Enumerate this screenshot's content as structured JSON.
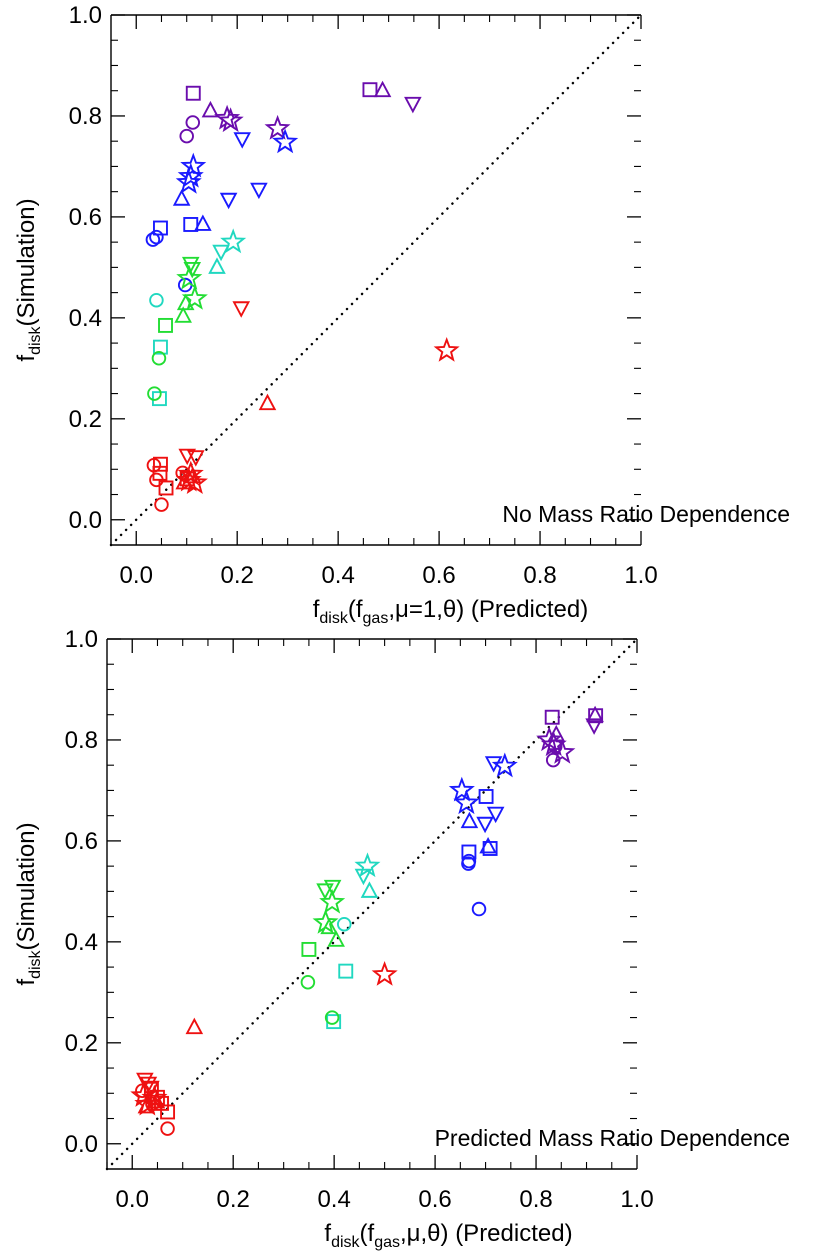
{
  "chart_data": [
    {
      "type": "scatter",
      "xlim": [
        -0.05,
        1.0
      ],
      "ylim": [
        -0.05,
        1.0
      ],
      "xticks": [
        "0.0",
        "0.2",
        "0.4",
        "0.6",
        "0.8",
        "1.0"
      ],
      "yticks": [
        "0.0",
        "0.2",
        "0.4",
        "0.6",
        "0.8",
        "1.0"
      ],
      "xlabel": {
        "main": "f",
        "sub1": "disk",
        "mid": "(f",
        "sub2": "gas",
        "tail": ",μ=1,θ) (Predicted)"
      },
      "ylabel": {
        "main": "f",
        "sub": "disk",
        "tail": "(Simulation)"
      },
      "annotation": "No Mass Ratio Dependence",
      "reference_line": "y = x (dotted)",
      "points": [
        {
          "m": "square",
          "c": "#6a0dad",
          "x": 0.113,
          "y": 0.845
        },
        {
          "m": "circle",
          "c": "#6a0dad",
          "x": 0.112,
          "y": 0.787
        },
        {
          "m": "circle",
          "c": "#6a0dad",
          "x": 0.1,
          "y": 0.76
        },
        {
          "m": "tri-up",
          "c": "#6a0dad",
          "x": 0.147,
          "y": 0.81
        },
        {
          "m": "star",
          "c": "#6a0dad",
          "x": 0.18,
          "y": 0.795
        },
        {
          "m": "star",
          "c": "#6a0dad",
          "x": 0.187,
          "y": 0.79
        },
        {
          "m": "star",
          "c": "#6a0dad",
          "x": 0.28,
          "y": 0.775
        },
        {
          "m": "square",
          "c": "#6a0dad",
          "x": 0.463,
          "y": 0.852
        },
        {
          "m": "tri-up",
          "c": "#6a0dad",
          "x": 0.488,
          "y": 0.85
        },
        {
          "m": "tri-down",
          "c": "#6a0dad",
          "x": 0.548,
          "y": 0.825
        },
        {
          "m": "tri-down",
          "c": "#1a1aff",
          "x": 0.21,
          "y": 0.755
        },
        {
          "m": "star",
          "c": "#1a1aff",
          "x": 0.295,
          "y": 0.748
        },
        {
          "m": "star",
          "c": "#1a1aff",
          "x": 0.113,
          "y": 0.7
        },
        {
          "m": "star",
          "c": "#1a1aff",
          "x": 0.108,
          "y": 0.68
        },
        {
          "m": "star",
          "c": "#1a1aff",
          "x": 0.104,
          "y": 0.668
        },
        {
          "m": "tri-up",
          "c": "#1a1aff",
          "x": 0.09,
          "y": 0.635
        },
        {
          "m": "tri-down",
          "c": "#1a1aff",
          "x": 0.183,
          "y": 0.635
        },
        {
          "m": "tri-down",
          "c": "#1a1aff",
          "x": 0.243,
          "y": 0.655
        },
        {
          "m": "square",
          "c": "#1a1aff",
          "x": 0.108,
          "y": 0.585
        },
        {
          "m": "tri-up",
          "c": "#1a1aff",
          "x": 0.132,
          "y": 0.585
        },
        {
          "m": "square",
          "c": "#1a1aff",
          "x": 0.048,
          "y": 0.578
        },
        {
          "m": "circle",
          "c": "#1a1aff",
          "x": 0.033,
          "y": 0.555
        },
        {
          "m": "circle",
          "c": "#1a1aff",
          "x": 0.04,
          "y": 0.56
        },
        {
          "m": "circle",
          "c": "#1a1aff",
          "x": 0.097,
          "y": 0.465
        },
        {
          "m": "star",
          "c": "#20d8c0",
          "x": 0.192,
          "y": 0.55
        },
        {
          "m": "tri-down",
          "c": "#20d8c0",
          "x": 0.168,
          "y": 0.532
        },
        {
          "m": "tri-up",
          "c": "#20d8c0",
          "x": 0.16,
          "y": 0.5
        },
        {
          "m": "circle",
          "c": "#20d8c0",
          "x": 0.04,
          "y": 0.435
        },
        {
          "m": "square",
          "c": "#20d8c0",
          "x": 0.048,
          "y": 0.342
        },
        {
          "m": "square",
          "c": "#20d8c0",
          "x": 0.046,
          "y": 0.24
        },
        {
          "m": "tri-down",
          "c": "#22dd33",
          "x": 0.108,
          "y": 0.508
        },
        {
          "m": "tri-down",
          "c": "#22dd33",
          "x": 0.111,
          "y": 0.498
        },
        {
          "m": "star",
          "c": "#22dd33",
          "x": 0.105,
          "y": 0.478
        },
        {
          "m": "star",
          "c": "#22dd33",
          "x": 0.116,
          "y": 0.438
        },
        {
          "m": "tri-up",
          "c": "#22dd33",
          "x": 0.098,
          "y": 0.428
        },
        {
          "m": "tri-up",
          "c": "#22dd33",
          "x": 0.093,
          "y": 0.403
        },
        {
          "m": "square",
          "c": "#22dd33",
          "x": 0.058,
          "y": 0.385
        },
        {
          "m": "circle",
          "c": "#22dd33",
          "x": 0.045,
          "y": 0.32
        },
        {
          "m": "circle",
          "c": "#22dd33",
          "x": 0.036,
          "y": 0.25
        },
        {
          "m": "tri-down",
          "c": "#ee1111",
          "x": 0.208,
          "y": 0.42
        },
        {
          "m": "star",
          "c": "#ee1111",
          "x": 0.615,
          "y": 0.335
        },
        {
          "m": "tri-up",
          "c": "#ee1111",
          "x": 0.26,
          "y": 0.23
        },
        {
          "m": "tri-down",
          "c": "#ee1111",
          "x": 0.101,
          "y": 0.128
        },
        {
          "m": "tri-down",
          "c": "#ee1111",
          "x": 0.118,
          "y": 0.125
        },
        {
          "m": "square",
          "c": "#ee1111",
          "x": 0.048,
          "y": 0.11
        },
        {
          "m": "circle",
          "c": "#ee1111",
          "x": 0.035,
          "y": 0.108
        },
        {
          "m": "square",
          "c": "#ee1111",
          "x": 0.047,
          "y": 0.092
        },
        {
          "m": "square",
          "c": "#ee1111",
          "x": 0.059,
          "y": 0.063
        },
        {
          "m": "circle",
          "c": "#ee1111",
          "x": 0.04,
          "y": 0.079
        },
        {
          "m": "circle",
          "c": "#ee1111",
          "x": 0.05,
          "y": 0.03
        },
        {
          "m": "circle",
          "c": "#ee1111",
          "x": 0.092,
          "y": 0.093
        },
        {
          "m": "star",
          "c": "#ee1111",
          "x": 0.108,
          "y": 0.09
        },
        {
          "m": "star",
          "c": "#ee1111",
          "x": 0.104,
          "y": 0.078
        },
        {
          "m": "star",
          "c": "#ee1111",
          "x": 0.116,
          "y": 0.073
        },
        {
          "m": "tri-up",
          "c": "#ee1111",
          "x": 0.095,
          "y": 0.073
        },
        {
          "m": "tri-up",
          "c": "#ee1111",
          "x": 0.112,
          "y": 0.085
        },
        {
          "m": "square",
          "c": "#ee1111",
          "x": 0.101,
          "y": 0.081
        }
      ]
    },
    {
      "type": "scatter",
      "xlim": [
        -0.05,
        1.0
      ],
      "ylim": [
        -0.05,
        1.0
      ],
      "xticks": [
        "0.0",
        "0.2",
        "0.4",
        "0.6",
        "0.8",
        "1.0"
      ],
      "yticks": [
        "0.0",
        "0.2",
        "0.4",
        "0.6",
        "0.8",
        "1.0"
      ],
      "xlabel": {
        "main": "f",
        "sub1": "disk",
        "mid": "(f",
        "sub2": "gas",
        "tail": ",μ,θ) (Predicted)"
      },
      "ylabel": {
        "main": "f",
        "sub": "disk",
        "tail": "(Simulation)"
      },
      "annotation": "Predicted Mass Ratio Dependence",
      "reference_line": "y = x (dotted)",
      "points": [
        {
          "m": "square",
          "c": "#6a0dad",
          "x": 0.832,
          "y": 0.845
        },
        {
          "m": "square",
          "c": "#6a0dad",
          "x": 0.918,
          "y": 0.848
        },
        {
          "m": "tri-up",
          "c": "#6a0dad",
          "x": 0.917,
          "y": 0.848
        },
        {
          "m": "tri-down",
          "c": "#6a0dad",
          "x": 0.915,
          "y": 0.83
        },
        {
          "m": "star",
          "c": "#6a0dad",
          "x": 0.826,
          "y": 0.8
        },
        {
          "m": "star",
          "c": "#6a0dad",
          "x": 0.835,
          "y": 0.79
        },
        {
          "m": "star",
          "c": "#6a0dad",
          "x": 0.852,
          "y": 0.775
        },
        {
          "m": "circle",
          "c": "#6a0dad",
          "x": 0.838,
          "y": 0.787
        },
        {
          "m": "circle",
          "c": "#6a0dad",
          "x": 0.834,
          "y": 0.76
        },
        {
          "m": "tri-up",
          "c": "#6a0dad",
          "x": 0.84,
          "y": 0.81
        },
        {
          "m": "tri-down",
          "c": "#1a1aff",
          "x": 0.716,
          "y": 0.755
        },
        {
          "m": "star",
          "c": "#1a1aff",
          "x": 0.738,
          "y": 0.748
        },
        {
          "m": "star",
          "c": "#1a1aff",
          "x": 0.653,
          "y": 0.7
        },
        {
          "m": "star",
          "c": "#1a1aff",
          "x": 0.662,
          "y": 0.675
        },
        {
          "m": "square",
          "c": "#1a1aff",
          "x": 0.701,
          "y": 0.688
        },
        {
          "m": "tri-up",
          "c": "#1a1aff",
          "x": 0.668,
          "y": 0.638
        },
        {
          "m": "tri-down",
          "c": "#1a1aff",
          "x": 0.72,
          "y": 0.655
        },
        {
          "m": "tri-down",
          "c": "#1a1aff",
          "x": 0.699,
          "y": 0.635
        },
        {
          "m": "square",
          "c": "#1a1aff",
          "x": 0.709,
          "y": 0.585
        },
        {
          "m": "tri-up",
          "c": "#1a1aff",
          "x": 0.705,
          "y": 0.588
        },
        {
          "m": "square",
          "c": "#1a1aff",
          "x": 0.667,
          "y": 0.578
        },
        {
          "m": "circle",
          "c": "#1a1aff",
          "x": 0.666,
          "y": 0.555
        },
        {
          "m": "circle",
          "c": "#1a1aff",
          "x": 0.667,
          "y": 0.56
        },
        {
          "m": "circle",
          "c": "#1a1aff",
          "x": 0.687,
          "y": 0.465
        },
        {
          "m": "star",
          "c": "#20d8c0",
          "x": 0.466,
          "y": 0.55
        },
        {
          "m": "tri-down",
          "c": "#20d8c0",
          "x": 0.458,
          "y": 0.532
        },
        {
          "m": "tri-up",
          "c": "#20d8c0",
          "x": 0.47,
          "y": 0.5
        },
        {
          "m": "circle",
          "c": "#20d8c0",
          "x": 0.42,
          "y": 0.435
        },
        {
          "m": "square",
          "c": "#20d8c0",
          "x": 0.423,
          "y": 0.342
        },
        {
          "m": "square",
          "c": "#20d8c0",
          "x": 0.399,
          "y": 0.242
        },
        {
          "m": "tri-down",
          "c": "#22dd33",
          "x": 0.382,
          "y": 0.503
        },
        {
          "m": "tri-down",
          "c": "#22dd33",
          "x": 0.397,
          "y": 0.51
        },
        {
          "m": "star",
          "c": "#22dd33",
          "x": 0.396,
          "y": 0.478
        },
        {
          "m": "star",
          "c": "#22dd33",
          "x": 0.383,
          "y": 0.438
        },
        {
          "m": "tri-up",
          "c": "#22dd33",
          "x": 0.39,
          "y": 0.428
        },
        {
          "m": "tri-up",
          "c": "#22dd33",
          "x": 0.404,
          "y": 0.403
        },
        {
          "m": "square",
          "c": "#22dd33",
          "x": 0.35,
          "y": 0.385
        },
        {
          "m": "circle",
          "c": "#22dd33",
          "x": 0.348,
          "y": 0.32
        },
        {
          "m": "circle",
          "c": "#22dd33",
          "x": 0.396,
          "y": 0.25
        },
        {
          "m": "star",
          "c": "#ee1111",
          "x": 0.5,
          "y": 0.335
        },
        {
          "m": "tri-up",
          "c": "#ee1111",
          "x": 0.123,
          "y": 0.23
        },
        {
          "m": "tri-down",
          "c": "#ee1111",
          "x": 0.025,
          "y": 0.128
        },
        {
          "m": "tri-down",
          "c": "#ee1111",
          "x": 0.032,
          "y": 0.12
        },
        {
          "m": "tri-down",
          "c": "#ee1111",
          "x": 0.037,
          "y": 0.112
        },
        {
          "m": "square",
          "c": "#ee1111",
          "x": 0.038,
          "y": 0.108
        },
        {
          "m": "circle",
          "c": "#ee1111",
          "x": 0.02,
          "y": 0.105
        },
        {
          "m": "star",
          "c": "#ee1111",
          "x": 0.022,
          "y": 0.095
        },
        {
          "m": "star",
          "c": "#ee1111",
          "x": 0.03,
          "y": 0.078
        },
        {
          "m": "star",
          "c": "#ee1111",
          "x": 0.044,
          "y": 0.09
        },
        {
          "m": "tri-up",
          "c": "#ee1111",
          "x": 0.028,
          "y": 0.073
        },
        {
          "m": "tri-up",
          "c": "#ee1111",
          "x": 0.048,
          "y": 0.083
        },
        {
          "m": "square",
          "c": "#ee1111",
          "x": 0.05,
          "y": 0.092
        },
        {
          "m": "square",
          "c": "#ee1111",
          "x": 0.058,
          "y": 0.08
        },
        {
          "m": "square",
          "c": "#ee1111",
          "x": 0.07,
          "y": 0.063
        },
        {
          "m": "circle",
          "c": "#ee1111",
          "x": 0.04,
          "y": 0.079
        },
        {
          "m": "circle",
          "c": "#ee1111",
          "x": 0.07,
          "y": 0.03
        }
      ]
    }
  ]
}
